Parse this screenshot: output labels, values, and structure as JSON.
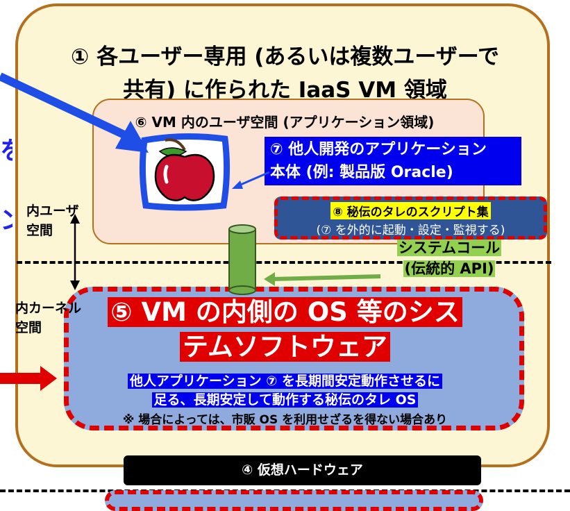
{
  "outer": {
    "title_line1": "① 各ユーザー専用 (あるいは複数ユーザーで",
    "title_line2": "共有) に作られた IaaS VM 領域"
  },
  "user_space": {
    "title": "⑥ VM 内のユーザ空間 (アプリケーション領域)"
  },
  "application": {
    "line1": "⑦ 他人開発のアプリケーション",
    "line2": "本体 (例: 製品版 Oracle)"
  },
  "scripts": {
    "line1": "⑧ 秘伝のタレのスクリプト集",
    "line2": "(⑦ を外的に起動・設定・監視する)"
  },
  "syscall": {
    "line1": "システムコール",
    "line2": "(伝統的 API)"
  },
  "side_labels": {
    "user_space": [
      "内ユーザ",
      "空間"
    ],
    "kernel_space": [
      "内カーネル",
      "空間"
    ]
  },
  "os": {
    "title_line1": "⑤ VM の内側の OS 等のシス",
    "title_line2": "テムソフトウェア",
    "desc_line1": "他人アプリケーション ⑦ を長期間安定動作させるに",
    "desc_line2": "足る、長期安定して動作する秘伝のタレ OS",
    "note": "※ 場合によっては、市販 OS を利用せざるを得ない場合あり"
  },
  "hardware": {
    "label": "④ 仮想ハードウェア"
  },
  "left_fragments": [
    "を",
    "ン"
  ],
  "colors": {
    "outer_fill": "#fdf6d5",
    "outer_border": "#b5701e",
    "user_fill": "#fbe4d5",
    "kernel_fill": "#8faadc",
    "highlight_red": "#e00000",
    "highlight_blue": "#0000ee",
    "highlight_yellow": "#ffff00",
    "highlight_green": "#92d050",
    "script_box": "#2f5597",
    "arrow_blue": "#1f4ee6"
  },
  "icons": [
    "apple-icon",
    "pointer-arrow-icon",
    "system-call-cylinder-icon"
  ]
}
